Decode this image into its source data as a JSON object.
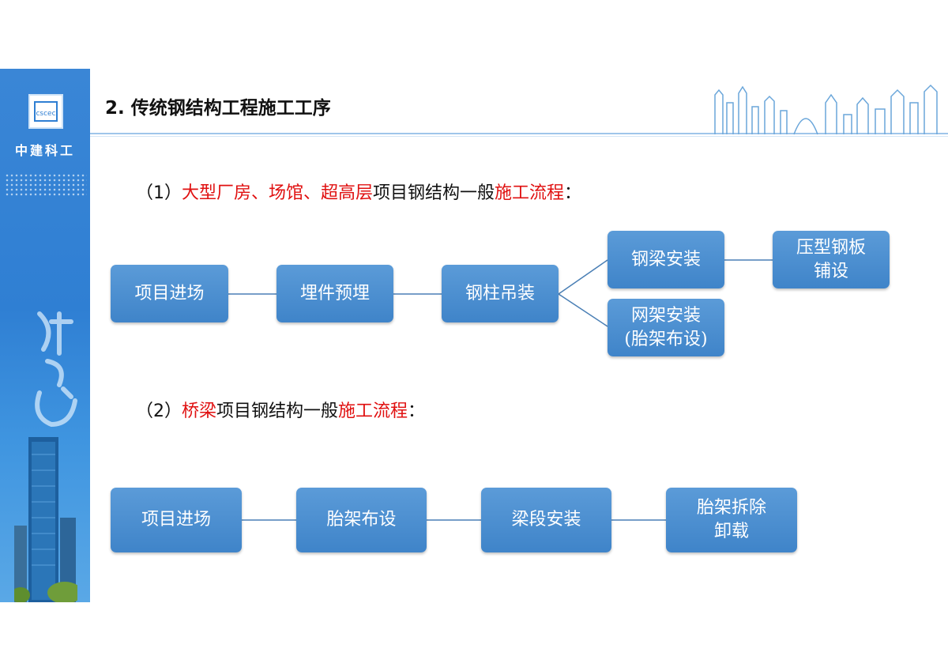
{
  "brand": {
    "name": "中建科工",
    "calligraphy": "铁骨仁心"
  },
  "header": {
    "title": "2. 传统钢结构工程施工工序"
  },
  "section1": {
    "prefix": "（1）",
    "highlight": "大型厂房、场馆、超高层",
    "middle": "项目钢结构一般",
    "highlight2": "施工流程",
    "suffix": "："
  },
  "section2": {
    "prefix": "（2）",
    "highlight": "桥梁",
    "middle": "项目钢结构一般",
    "highlight2": "施工流程",
    "suffix": "："
  },
  "flow1": {
    "step1": "项目进场",
    "step2": "埋件预埋",
    "step3": "钢柱吊装",
    "branch_a": "钢梁安装",
    "branch_a_next_line1": "压型钢板",
    "branch_a_next_line2": "铺设",
    "branch_b_line1": "网架安装",
    "branch_b_line2": "(胎架布设)"
  },
  "flow2": {
    "step1": "项目进场",
    "step2": "胎架布设",
    "step3": "梁段安装",
    "step4_line1": "胎架拆除",
    "step4_line2": "卸载"
  },
  "colors": {
    "accent_red": "#e01010",
    "box_blue": "#4a8fd1",
    "sidebar_blue": "#3a86d6"
  }
}
